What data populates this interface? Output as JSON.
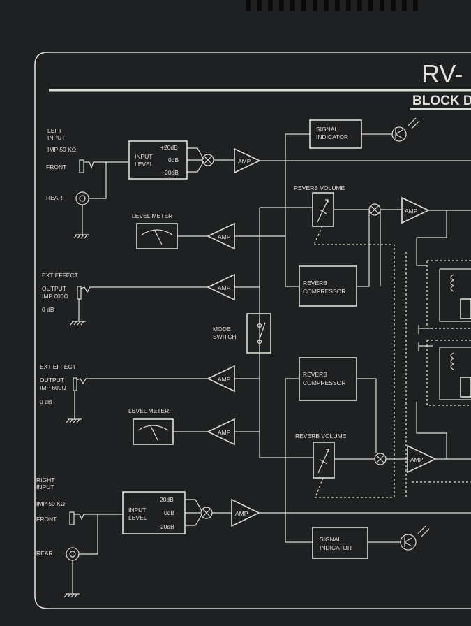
{
  "title": "RV-",
  "subtitle": "BLOCK D",
  "colors": {
    "panel": "#1f2021",
    "print": "#dcdfd7"
  },
  "labels": {
    "left_input": "LEFT",
    "left_input2": "INPUT",
    "left_imp": "IMP 50 KΩ",
    "left_front": "FRONT",
    "left_rear": "REAR",
    "right_input": "RIGHT",
    "right_input2": "INPUT",
    "right_imp": "IMP 50 KΩ",
    "right_front": "FRONT",
    "right_rear": "REAR",
    "ext1_title": "EXT EFFECT",
    "ext1_output": "OUTPUT",
    "ext1_imp": "IMP 600Ω",
    "ext1_db": "0 dB",
    "ext2_title": "EXT EFFECT",
    "ext2_output": "OUTPUT",
    "ext2_imp": "IMP 600Ω",
    "ext2_db": "0 dB",
    "input_level_1": "INPUT",
    "input_level_2": "LEVEL",
    "gain_plus20": "+20dB",
    "gain_0": "0dB",
    "gain_minus20": "−20dB",
    "amp": "AMP",
    "signal_1": "SIGNAL",
    "signal_2": "INDICATOR",
    "reverb_volume": "REVERB VOLUME",
    "level_meter": "LEVEL METER",
    "reverb": "REVERB",
    "compressor": "COMPRESSOR",
    "mode": "MODE",
    "switch": "SWITCH"
  }
}
